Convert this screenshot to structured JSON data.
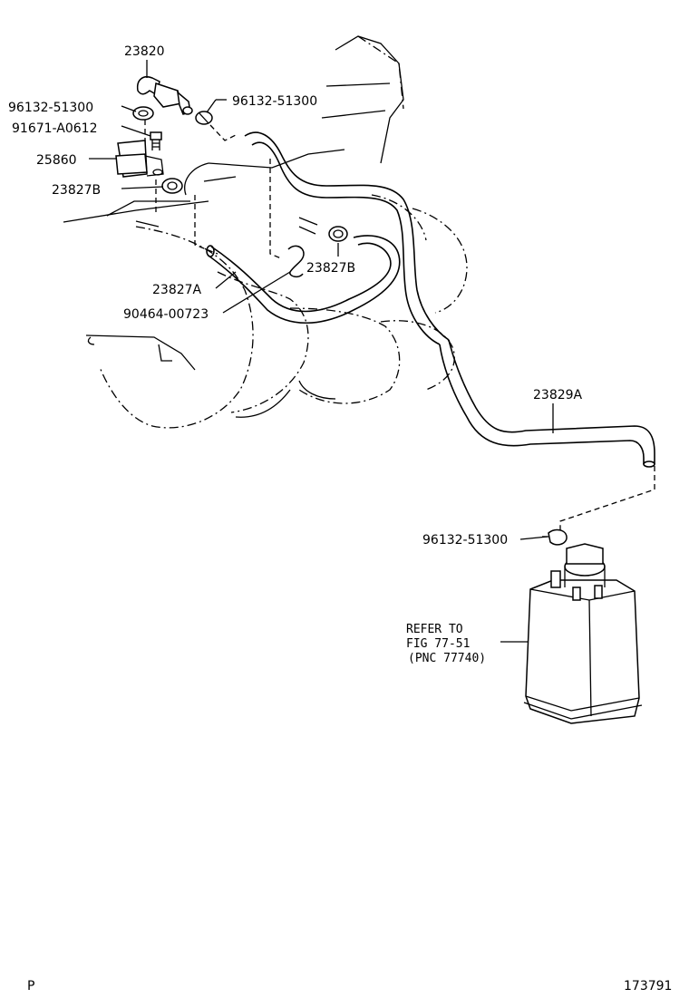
{
  "callouts": {
    "p23820": "23820",
    "p96132_a": "96132-51300",
    "p96132_b": "96132-51300",
    "p91671": "91671-A0612",
    "p25860": "25860",
    "p23827b_a": "23827B",
    "p23827b_b": "23827B",
    "p23827a": "23827A",
    "p90464": "90464-00723",
    "p23829a": "23829A",
    "p96132_c": "96132-51300"
  },
  "refer": {
    "line1": "REFER TO",
    "line2": "FIG 77-51",
    "line3": "(PNC 77740)"
  },
  "footer": {
    "left": "P",
    "right": "173791"
  }
}
